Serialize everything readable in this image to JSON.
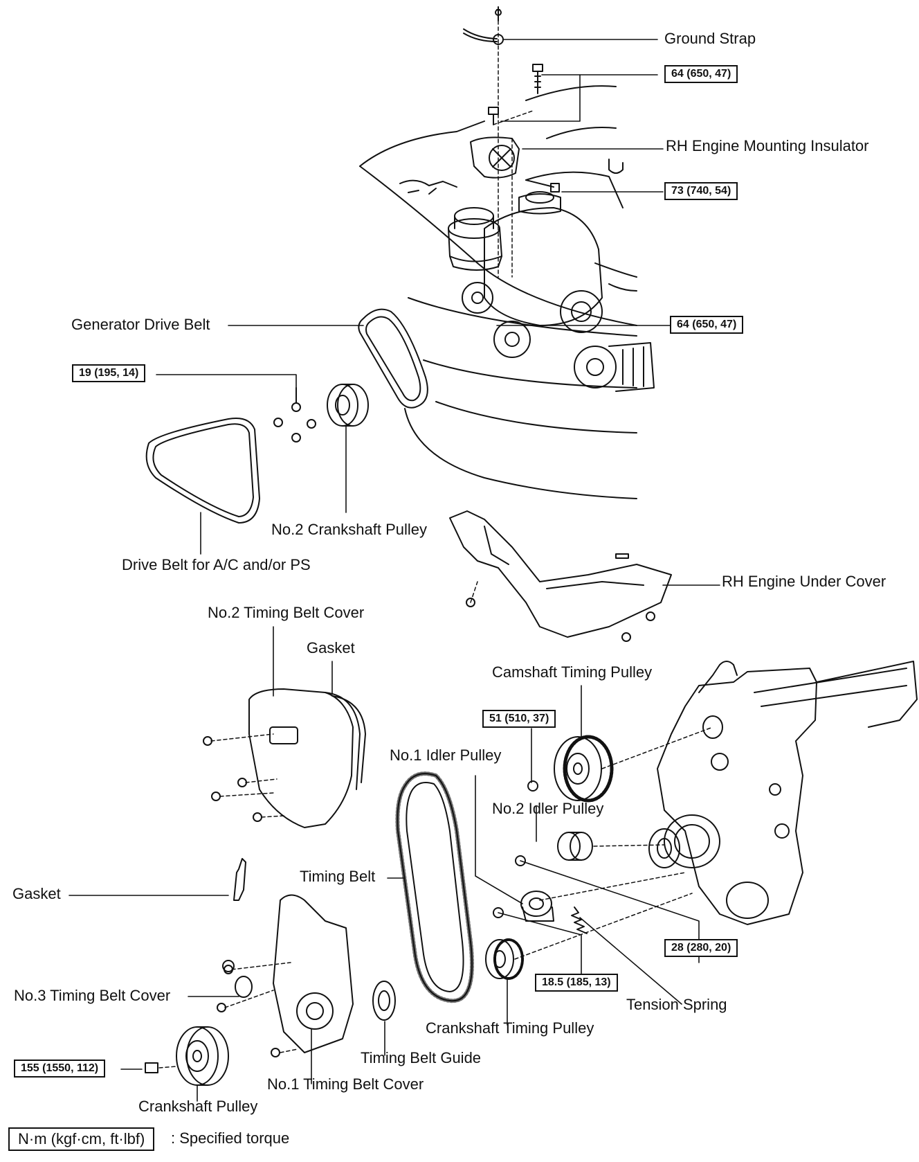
{
  "labels": {
    "ground_strap": "Ground Strap",
    "rh_engine_mounting_insulator": "RH Engine Mounting Insulator",
    "generator_drive_belt": "Generator Drive Belt",
    "no2_crankshaft_pulley": "No.2 Crankshaft Pulley",
    "drive_belt_ac_ps": "Drive Belt for A/C and/or PS",
    "rh_engine_under_cover": "RH Engine Under Cover",
    "no2_timing_belt_cover": "No.2 Timing Belt Cover",
    "gasket_upper": "Gasket",
    "camshaft_timing_pulley": "Camshaft Timing Pulley",
    "no1_idler_pulley": "No.1 Idler Pulley",
    "no2_idler_pulley": "No.2 Idler Pulley",
    "gasket_lower": "Gasket",
    "timing_belt": "Timing Belt",
    "no3_timing_belt_cover": "No.3 Timing Belt Cover",
    "tension_spring": "Tension Spring",
    "crankshaft_timing_pulley": "Crankshaft Timing Pulley",
    "timing_belt_guide": "Timing Belt Guide",
    "no1_timing_belt_cover": "No.1 Timing Belt Cover",
    "crankshaft_pulley": "Crankshaft Pulley"
  },
  "torques": {
    "mount_bolts_top": "64 (650, 47)",
    "mount_bolt_insulator": "73 (740, 54)",
    "bracket_bolt": "64 (650, 47)",
    "no2_crank_pulley_bolts": "19 (195, 14)",
    "camshaft_pulley_bolt": "51 (510, 37)",
    "idler_bolt_28": "28 (280, 20)",
    "idler_bolt_18": "18.5 (185, 13)",
    "crank_pulley_bolt": "155 (1550, 112)"
  },
  "legend": {
    "unit_box": "N·m (kgf·cm, ft·lbf)",
    "caption": ": Specified torque"
  }
}
